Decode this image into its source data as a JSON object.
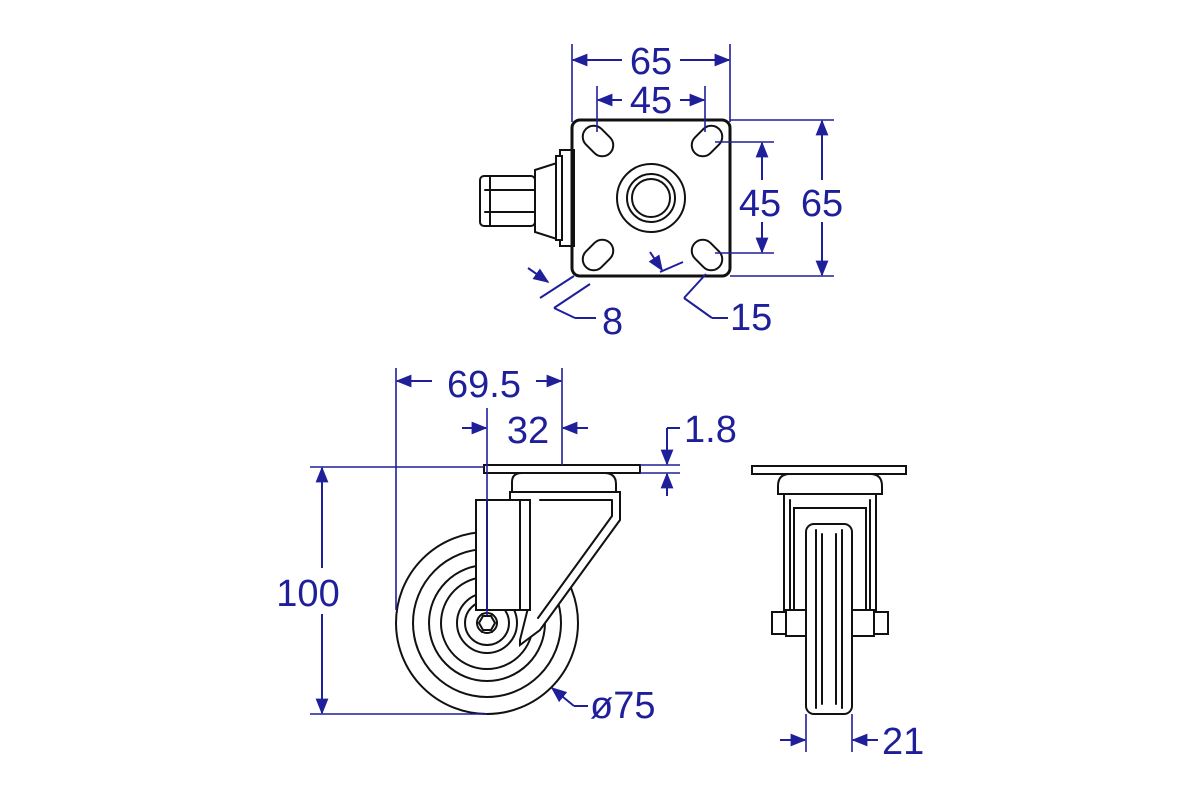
{
  "drawing": {
    "top_view": {
      "plate_width": "65",
      "hole_spacing_x": "45",
      "hole_spacing_y": "45",
      "plate_height": "65",
      "slot_width": "8",
      "slot_length": "15"
    },
    "side_view": {
      "offset_total": "69.5",
      "offset_swivel": "32",
      "plate_thickness": "1.8",
      "overall_height": "100",
      "wheel_diameter": "ø75"
    },
    "front_view": {
      "wheel_width": "21"
    }
  },
  "colors": {
    "dimension": "#1f1f9a",
    "part": "#111111",
    "background": "#ffffff"
  }
}
